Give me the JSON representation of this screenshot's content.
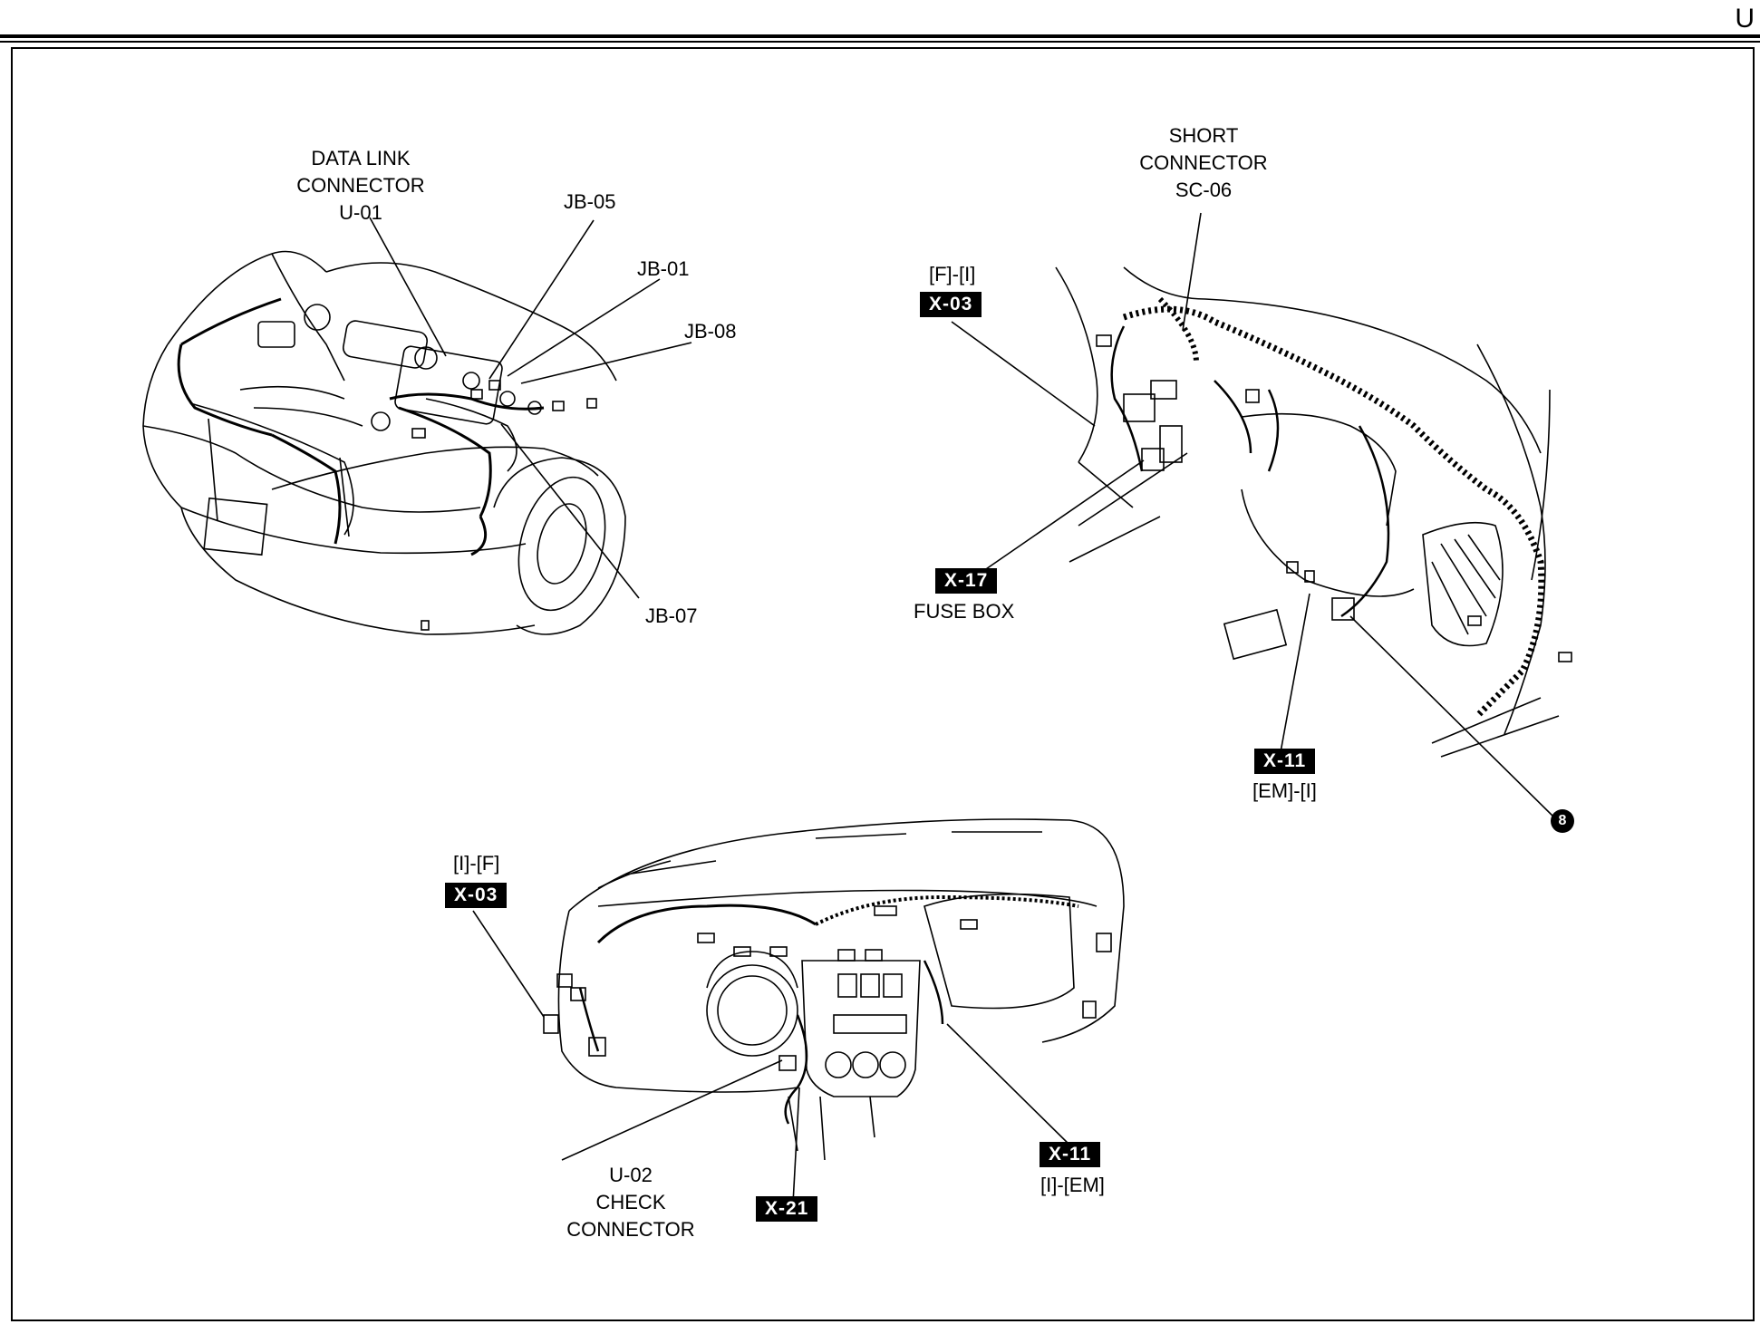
{
  "page_letter": "U",
  "engine_view": {
    "data_link": {
      "line1": "DATA LINK",
      "line2": "CONNECTOR",
      "line3": "U-01"
    },
    "jb05": "JB-05",
    "jb01": "JB-01",
    "jb08": "JB-08",
    "jb07": "JB-07"
  },
  "cabin_view": {
    "short_connector": {
      "line1": "SHORT",
      "line2": "CONNECTOR",
      "line3": "SC-06"
    },
    "x03_code": "[F]-[I]",
    "x03_tag": "X-03",
    "x17_tag": "X-17",
    "fuse_box": "FUSE BOX",
    "x11_tag": "X-11",
    "x11_code": "[EM]-[I]",
    "badge": "8"
  },
  "dash_view": {
    "x03_code": "[I]-[F]",
    "x03_tag": "X-03",
    "check_connector": {
      "line1": "U-02",
      "line2": "CHECK",
      "line3": "CONNECTOR"
    },
    "x21_tag": "X-21",
    "x11_tag": "X-11",
    "x11_code": "[I]-[EM]"
  },
  "colors": {
    "ink": "#000000",
    "tag_text": "#ffffff",
    "paper": "#ffffff"
  }
}
